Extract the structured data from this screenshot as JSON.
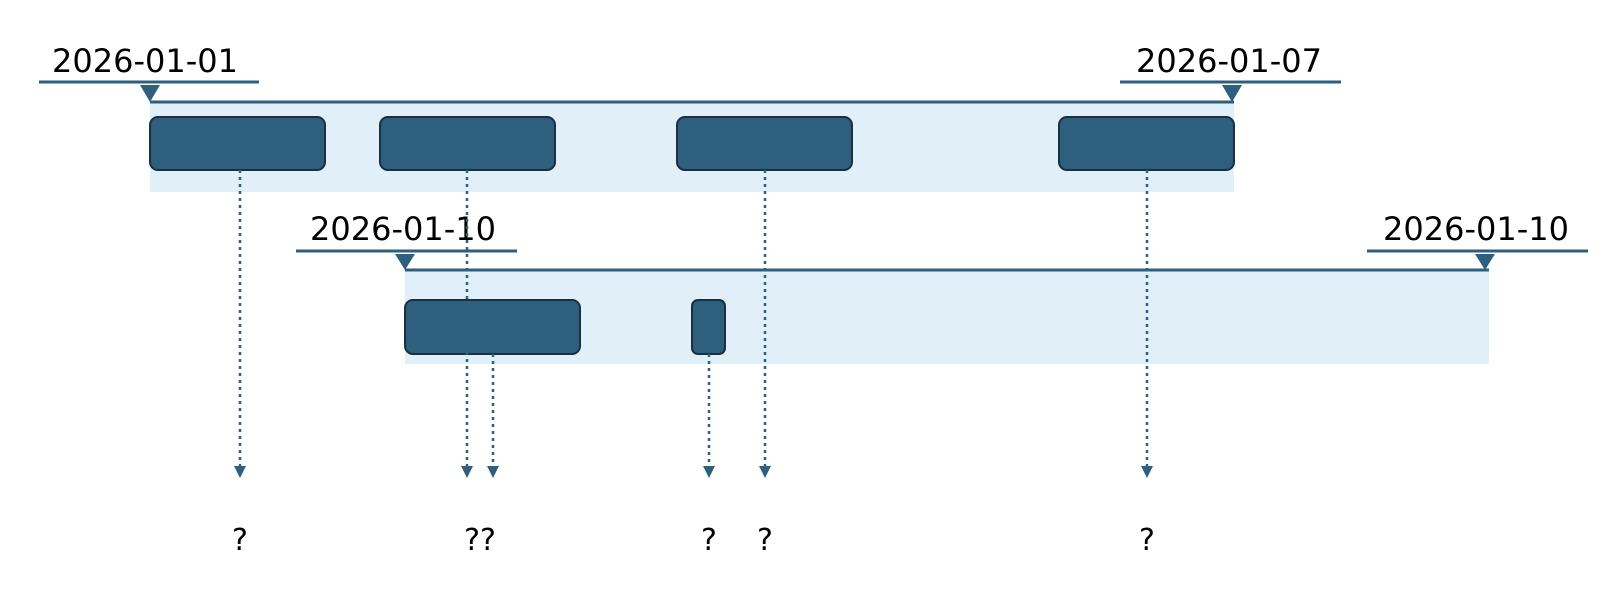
{
  "colors": {
    "lane_background": "#e1eff9",
    "task_fill": "#2e5f7f",
    "task_stroke": "#1a2f3f",
    "line": "#2e5f7f",
    "connector": "#2e5f7f"
  },
  "lanes": [
    {
      "start_label": "2026-01-01",
      "end_label": "2026-01-07",
      "tasks": [
        {
          "id": "t1"
        },
        {
          "id": "t2"
        },
        {
          "id": "t3"
        },
        {
          "id": "t4"
        }
      ]
    },
    {
      "start_label": "2026-01-10",
      "end_label": "2026-01-10",
      "tasks": [
        {
          "id": "t5"
        },
        {
          "id": "t6"
        }
      ]
    }
  ],
  "unknown_marks": [
    "?",
    "??",
    "?",
    "?",
    "?"
  ]
}
